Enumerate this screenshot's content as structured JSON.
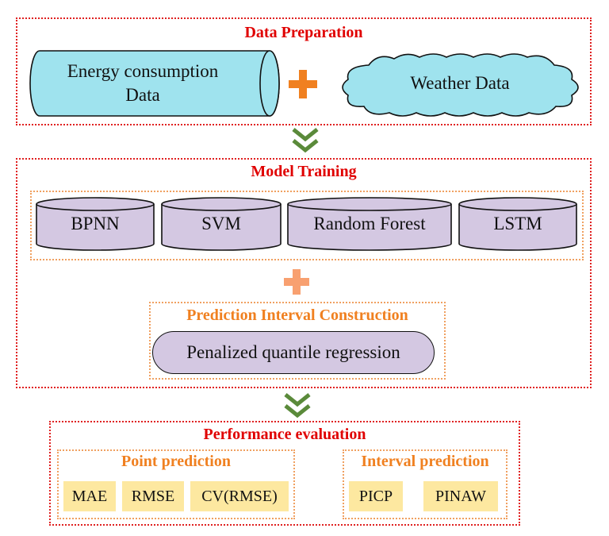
{
  "data_preparation": {
    "title": "Data Preparation",
    "energy_label_line1": "Energy consumption",
    "energy_label_line2": "Data",
    "weather_label": "Weather Data",
    "colors": {
      "shape_fill": "#9fe3ee",
      "plus": "#f08020"
    }
  },
  "model_training": {
    "title": "Model Training",
    "models": [
      "BPNN",
      "SVM",
      "Random Forest",
      "LSTM"
    ],
    "interval_title": "Prediction Interval Construction",
    "interval_method": "Penalized quantile regression",
    "colors": {
      "model_fill": "#d4c8e2",
      "plus": "#f8a070"
    }
  },
  "performance_evaluation": {
    "title": "Performance evaluation",
    "point_title": "Point prediction",
    "point_metrics": [
      "MAE",
      "RMSE",
      "CV(RMSE)"
    ],
    "interval_title": "Interval prediction",
    "interval_metrics": [
      "PICP",
      "PINAW"
    ],
    "colors": {
      "metric_fill": "#fde8a0"
    }
  },
  "colors": {
    "section_border": "#e02020",
    "title_red": "#e00000",
    "subtitle_orange": "#f08020",
    "arrow_green": "#5a8a3a"
  }
}
